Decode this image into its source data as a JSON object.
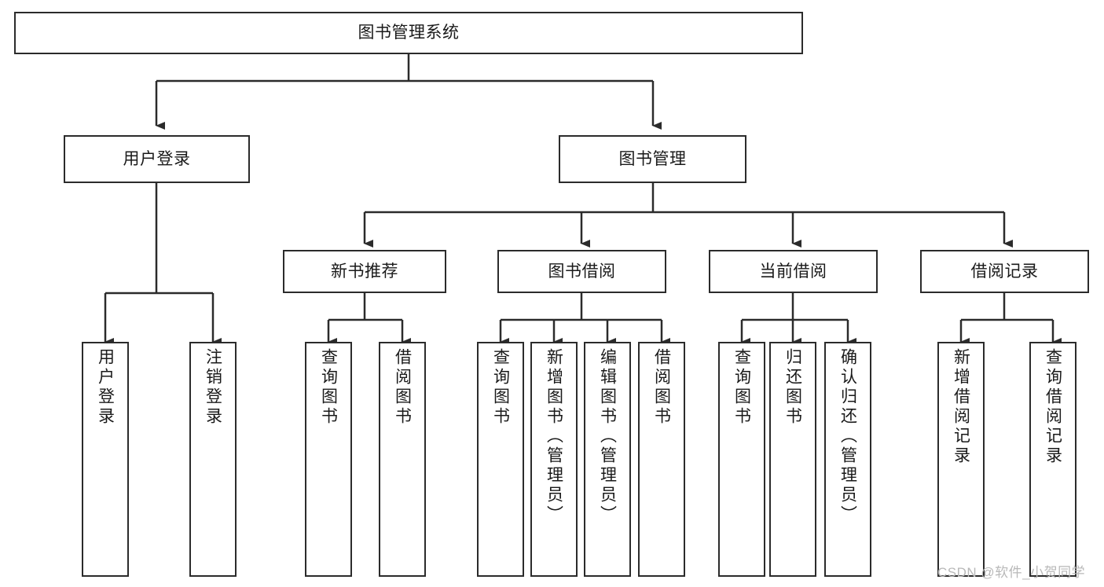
{
  "diagram": {
    "title": "图书管理系统",
    "type": "hierarchy-tree",
    "orientation": "top-down",
    "colors": {
      "box_stroke": "#2b2b2b",
      "box_fill": "#ffffff",
      "connector": "#2b2b2b",
      "text": "#1a1a1a",
      "watermark": "#b8b8b8",
      "background": "#ffffff"
    },
    "root": {
      "id": "root",
      "label": "图书管理系统",
      "text_direction": "horizontal"
    },
    "level1": [
      {
        "id": "n-user-login",
        "label": "用户登录",
        "text_direction": "horizontal"
      },
      {
        "id": "n-book-manage",
        "label": "图书管理",
        "text_direction": "horizontal"
      }
    ],
    "level2": [
      {
        "id": "n-new-book-rec",
        "label": "新书推荐",
        "parent": "n-book-manage",
        "text_direction": "horizontal"
      },
      {
        "id": "n-book-borrow",
        "label": "图书借阅",
        "parent": "n-book-manage",
        "text_direction": "horizontal"
      },
      {
        "id": "n-current-borrow",
        "label": "当前借阅",
        "parent": "n-book-manage",
        "text_direction": "horizontal"
      },
      {
        "id": "n-borrow-record",
        "label": "借阅记录",
        "parent": "n-book-manage",
        "text_direction": "horizontal"
      }
    ],
    "leaves": [
      {
        "id": "l-user-login",
        "label": "用户登录",
        "parent": "n-user-login",
        "text_direction": "vertical"
      },
      {
        "id": "l-user-logout",
        "label": "注销登录",
        "parent": "n-user-login",
        "text_direction": "vertical"
      },
      {
        "id": "l-rec-query-book",
        "label": "查询图书",
        "parent": "n-new-book-rec",
        "text_direction": "vertical"
      },
      {
        "id": "l-rec-borrow-book",
        "label": "借阅图书",
        "parent": "n-new-book-rec",
        "text_direction": "vertical"
      },
      {
        "id": "l-brw-query-book",
        "label": "查询图书",
        "parent": "n-book-borrow",
        "text_direction": "vertical"
      },
      {
        "id": "l-brw-add-book",
        "label": "新增图书（管理员）",
        "parent": "n-book-borrow",
        "text_direction": "vertical"
      },
      {
        "id": "l-brw-edit-book",
        "label": "编辑图书（管理员）",
        "parent": "n-book-borrow",
        "text_direction": "vertical"
      },
      {
        "id": "l-brw-borrow-book",
        "label": "借阅图书",
        "parent": "n-book-borrow",
        "text_direction": "vertical"
      },
      {
        "id": "l-cur-query-book",
        "label": "查询图书",
        "parent": "n-current-borrow",
        "text_direction": "vertical"
      },
      {
        "id": "l-cur-return-book",
        "label": "归还图书",
        "parent": "n-current-borrow",
        "text_direction": "vertical"
      },
      {
        "id": "l-cur-confirm-return",
        "label": "确认归还（管理员）",
        "parent": "n-current-borrow",
        "text_direction": "vertical"
      },
      {
        "id": "l-rec-add-record",
        "label": "新增借阅记录",
        "parent": "n-borrow-record",
        "text_direction": "vertical"
      },
      {
        "id": "l-rec-query-record",
        "label": "查询借阅记录",
        "parent": "n-borrow-record",
        "text_direction": "vertical"
      }
    ],
    "watermark": "CSDN @软件_小贺同学"
  }
}
